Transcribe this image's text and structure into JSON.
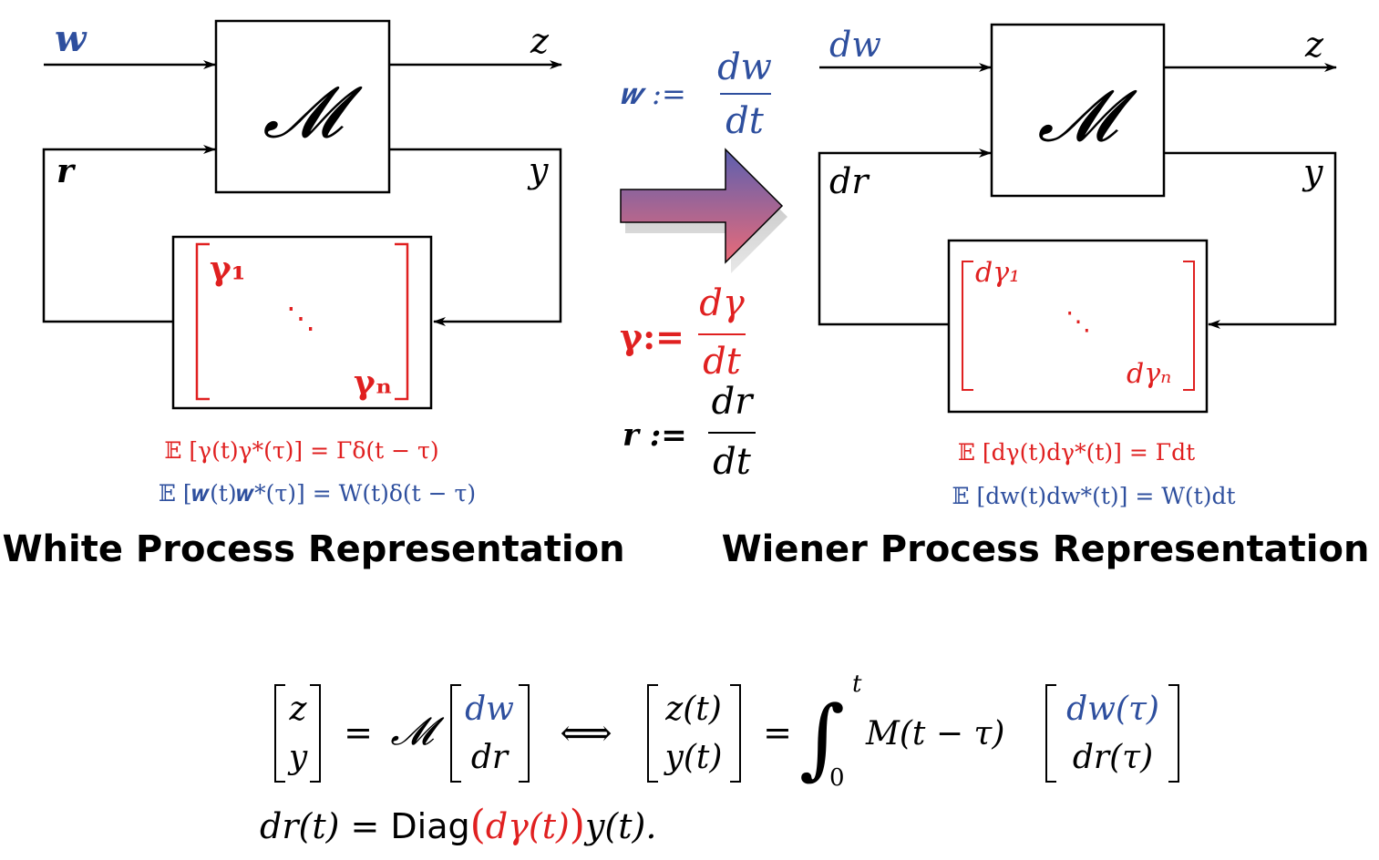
{
  "left_diagram": {
    "block_label": "𝓜",
    "input_w": "𝒘",
    "input_r": "𝒓",
    "output_z": "z",
    "output_y": "y",
    "matrix_top": "γ₁",
    "matrix_dots": "⋱",
    "matrix_bottom": "γₙ",
    "eq1": "𝔼 [γ(t)γ*(τ)] = Γδ(t − τ)",
    "eq2": "𝔼 [𝒘(t)𝒘*(τ)] = W(t)δ(t − τ)",
    "caption": "White Process Representation"
  },
  "middle": {
    "w_def_lhs": "𝒘 :=",
    "w_def_num": "dw",
    "w_def_den": "dt",
    "gamma_def_lhs": "γ:=",
    "gamma_def_num": "dγ",
    "gamma_def_den": "dt",
    "r_def_lhs": "𝒓 :=",
    "r_def_num": "dr",
    "r_def_den": "dt"
  },
  "right_diagram": {
    "block_label": "𝓜",
    "input_w": "dw",
    "input_r": "dr",
    "output_z": "z",
    "output_y": "y",
    "matrix_top": "dγ₁",
    "matrix_dots": "⋱",
    "matrix_bottom": "dγₙ",
    "eq1": "𝔼 [dγ(t)dγ*(t)] = Γdt",
    "eq2": "𝔼 [dw(t)dw*(t)] = W(t)dt",
    "caption": "Wiener Process Representation"
  },
  "bottom_equation": {
    "vec1_top": "z",
    "vec1_bottom": "y",
    "eq_sign1": "=",
    "op_M": "𝓜",
    "vec2_top": "dw",
    "vec2_bottom": "dr",
    "iff": "⟺",
    "vec3_top": "z(t)",
    "vec3_bottom": "y(t)",
    "eq_sign2": "=",
    "integral": "∫",
    "int_upper": "t",
    "int_lower": "0",
    "kernel": "M(t − τ)",
    "vec4_top": "dw(τ)",
    "vec4_bottom": "dr(τ)",
    "line2_lhs": "dr(t) = ",
    "line2_diag": "Diag",
    "line2_paren_open": "(",
    "line2_red": "dγ(t)",
    "line2_paren_close": ")",
    "line2_rhs": "y(t)."
  },
  "colors": {
    "blue": "#2e4f9e",
    "red": "#e02020",
    "arrow_top": "#5b5fb0",
    "arrow_bottom": "#ea6b78"
  }
}
